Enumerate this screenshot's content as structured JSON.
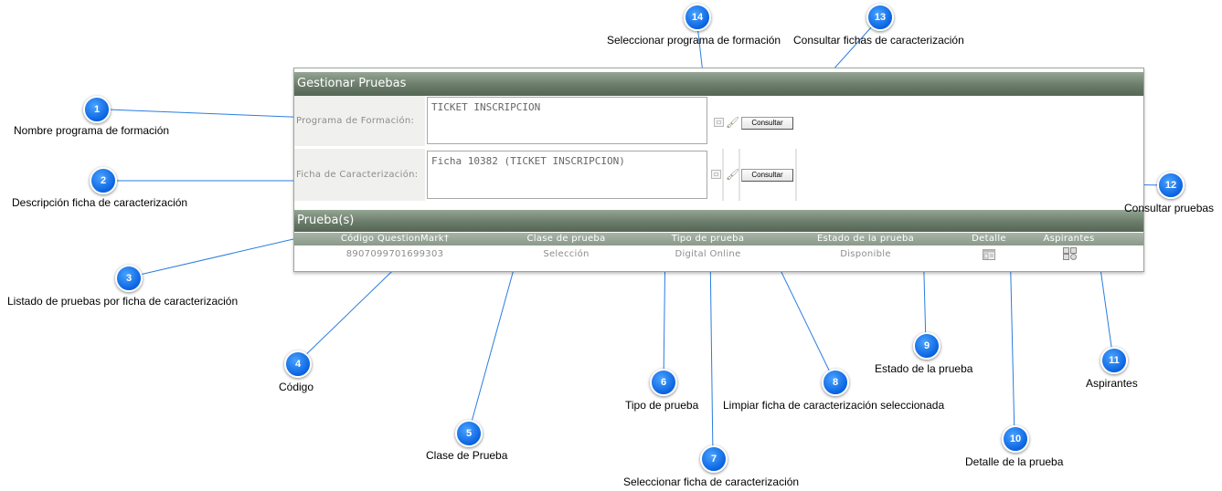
{
  "panel": {
    "title": "Gestionar Pruebas",
    "programa_label": "Programa de Formación:",
    "programa_value": "TICKET INSCRIPCION",
    "ficha_label": "Ficha de Caracterización:",
    "ficha_value": "Ficha 10382 (TICKET INSCRIPCION)",
    "consultar_label": "Consultar",
    "pruebas_title": "Prueba(s)"
  },
  "table": {
    "columns": [
      "Código QuestionMark†",
      "Clase de prueba",
      "Tipo de prueba",
      "Estado de la prueba",
      "Detalle",
      "Aspirantes"
    ],
    "rows": [
      {
        "codigo": "8907099701699303",
        "clase": "Selección",
        "tipo": "Digital Online",
        "estado": "Disponible"
      }
    ]
  },
  "callouts": [
    {
      "num": "1",
      "text": "Nombre programa de formación"
    },
    {
      "num": "2",
      "text": "Descripción ficha de caracterización"
    },
    {
      "num": "3",
      "text": "Listado de pruebas por ficha de caracterización"
    },
    {
      "num": "4",
      "text": "Código"
    },
    {
      "num": "5",
      "text": "Clase de Prueba"
    },
    {
      "num": "6",
      "text": "Tipo de prueba"
    },
    {
      "num": "7",
      "text": "Seleccionar ficha de caracterización"
    },
    {
      "num": "8",
      "text": "Limpiar ficha de caracterización seleccionada"
    },
    {
      "num": "9",
      "text": "Estado de la prueba"
    },
    {
      "num": "10",
      "text": "Detalle de la prueba"
    },
    {
      "num": "11",
      "text": "Aspirantes"
    },
    {
      "num": "12",
      "text": "Consultar pruebas"
    },
    {
      "num": "13",
      "text": "Consultar fichas de caracterización"
    },
    {
      "num": "14",
      "text": "Seleccionar programa de formación"
    }
  ],
  "colors": {
    "callout_blue": "#0a63e0",
    "header_green": "#6b7c6b",
    "line_blue": "#2a7de1"
  }
}
